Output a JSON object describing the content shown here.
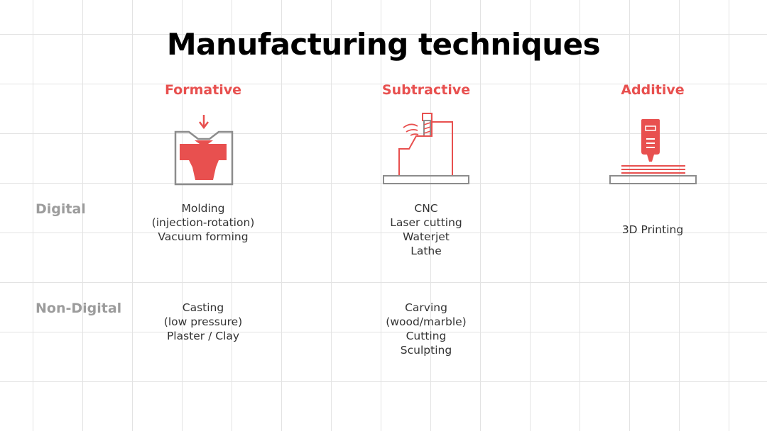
{
  "title": "Manufacturing techniques",
  "accent_color": "#e8504f",
  "columns": [
    {
      "label": "Formative",
      "icon": "molding-icon"
    },
    {
      "label": "Subtractive",
      "icon": "cnc-milling-icon"
    },
    {
      "label": "Additive",
      "icon": "3d-printer-icon"
    }
  ],
  "rows": [
    {
      "label": "Digital"
    },
    {
      "label": "Non-Digital"
    }
  ],
  "cells": {
    "digital": {
      "formative": [
        "Molding",
        "(injection-rotation)",
        "Vacuum forming"
      ],
      "subtractive": [
        "CNC",
        "Laser cutting",
        "Waterjet",
        "Lathe"
      ],
      "additive": [
        "3D Printing"
      ]
    },
    "non_digital": {
      "formative": [
        "Casting",
        "(low pressure)",
        "Plaster / Clay"
      ],
      "subtractive": [
        "Carving",
        "(wood/marble)",
        "Cutting",
        "Sculpting"
      ]
    }
  }
}
